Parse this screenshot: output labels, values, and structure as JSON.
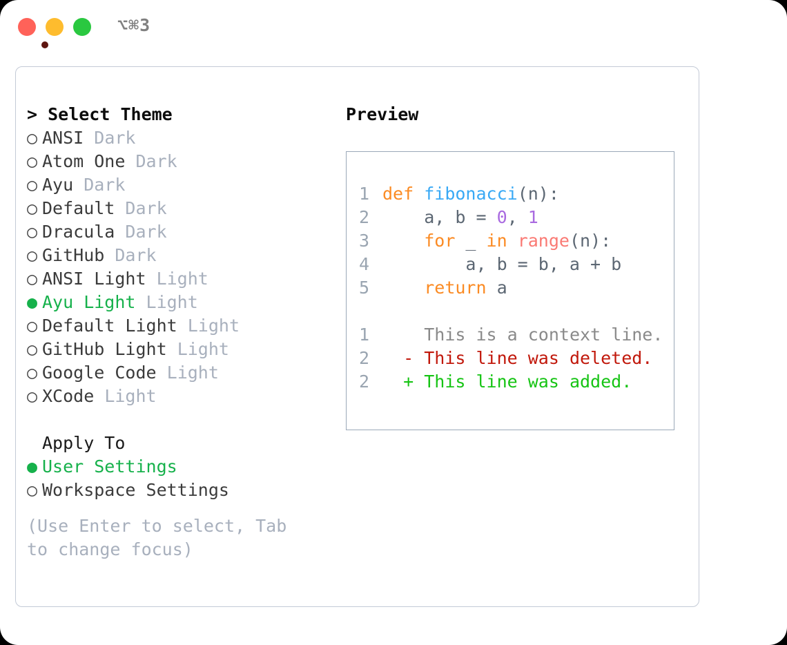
{
  "titlebar": {
    "shortcut": "⌥⌘3",
    "buttons": [
      {
        "name": "close",
        "color": "#ff6259"
      },
      {
        "name": "minimize",
        "color": "#febc2e"
      },
      {
        "name": "maximize",
        "color": "#2ac840"
      }
    ]
  },
  "theme_picker": {
    "header": "> Select Theme",
    "selected_bullet": "●",
    "unselected_bullet": "○",
    "items": [
      {
        "name": "ANSI",
        "variant": "Dark",
        "selected": false
      },
      {
        "name": "Atom One",
        "variant": "Dark",
        "selected": false
      },
      {
        "name": "Ayu",
        "variant": "Dark",
        "selected": false
      },
      {
        "name": "Default",
        "variant": "Dark",
        "selected": false
      },
      {
        "name": "Dracula",
        "variant": "Dark",
        "selected": false
      },
      {
        "name": "GitHub",
        "variant": "Dark",
        "selected": false
      },
      {
        "name": "ANSI Light",
        "variant": "Light",
        "selected": false
      },
      {
        "name": "Ayu Light",
        "variant": "Light",
        "selected": true
      },
      {
        "name": "Default Light",
        "variant": "Light",
        "selected": false
      },
      {
        "name": "GitHub Light",
        "variant": "Light",
        "selected": false
      },
      {
        "name": "Google Code",
        "variant": "Light",
        "selected": false
      },
      {
        "name": "XCode",
        "variant": "Light",
        "selected": false
      }
    ]
  },
  "apply_to": {
    "header": "Apply To",
    "items": [
      {
        "label": "User Settings",
        "selected": true
      },
      {
        "label": "Workspace Settings",
        "selected": false
      }
    ]
  },
  "hint": "(Use Enter to select, Tab to change focus)",
  "preview": {
    "title": "Preview",
    "code_lines": [
      {
        "num": "1",
        "tokens": [
          {
            "t": "def ",
            "c": "kw"
          },
          {
            "t": "fibonacci",
            "c": "fn"
          },
          {
            "t": "(n):",
            "c": "pl"
          }
        ]
      },
      {
        "num": "2",
        "tokens": [
          {
            "t": "    a, b = ",
            "c": "id"
          },
          {
            "t": "0",
            "c": "num"
          },
          {
            "t": ", ",
            "c": "pl"
          },
          {
            "t": "1",
            "c": "num"
          }
        ]
      },
      {
        "num": "3",
        "tokens": [
          {
            "t": "    ",
            "c": "pl"
          },
          {
            "t": "for",
            "c": "kw"
          },
          {
            "t": " _ ",
            "c": "id"
          },
          {
            "t": "in",
            "c": "kw"
          },
          {
            "t": " ",
            "c": "pl"
          },
          {
            "t": "range",
            "c": "bi"
          },
          {
            "t": "(n):",
            "c": "pl"
          }
        ]
      },
      {
        "num": "4",
        "tokens": [
          {
            "t": "        a, b = b, a + b",
            "c": "id"
          }
        ]
      },
      {
        "num": "5",
        "tokens": [
          {
            "t": "    ",
            "c": "pl"
          },
          {
            "t": "return",
            "c": "kw"
          },
          {
            "t": " a",
            "c": "id"
          }
        ]
      }
    ],
    "diff_lines": [
      {
        "num": "1",
        "marker": " ",
        "text": " This is a context line.",
        "kind": "ctx"
      },
      {
        "num": "2",
        "marker": "-",
        "text": " This line was deleted.",
        "kind": "del"
      },
      {
        "num": "2",
        "marker": "+",
        "text": " This line was added.",
        "kind": "add"
      }
    ]
  },
  "colors": {
    "accent_green": "#16b14b",
    "keyword": "#fb8b24",
    "function": "#39a9f5",
    "number": "#a96ae0",
    "builtin": "#fa7a74",
    "diff_added": "#16c414",
    "diff_deleted": "#c1180b",
    "muted": "#a8b0bd",
    "card_border": "#c3cad6",
    "preview_border": "#9aa8b8"
  }
}
